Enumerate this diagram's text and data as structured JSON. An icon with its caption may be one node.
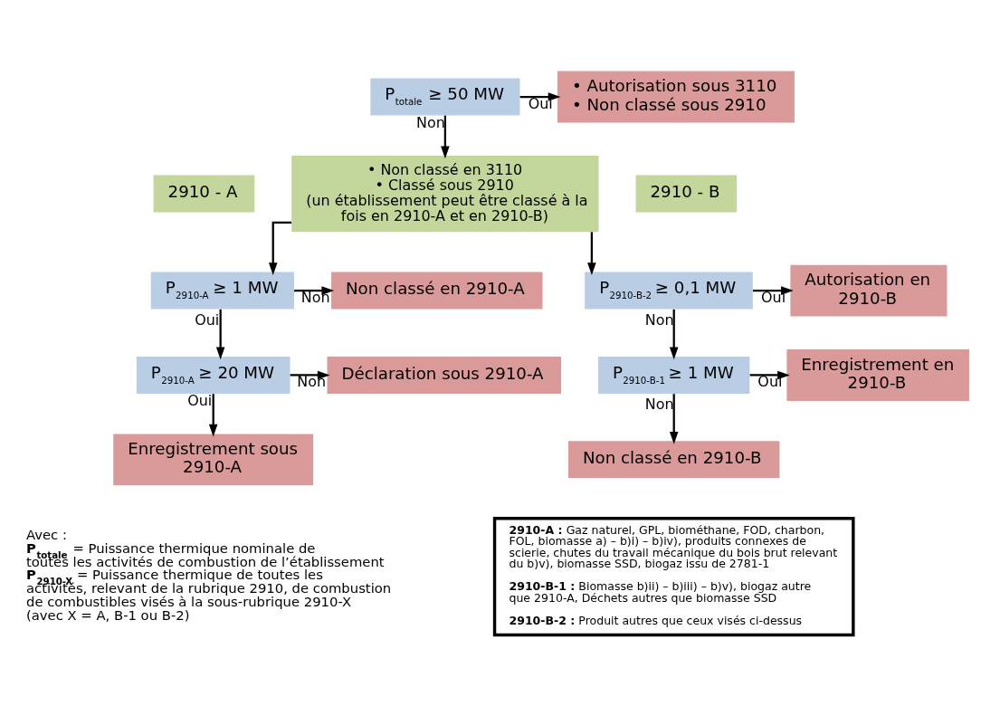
{
  "diagram": {
    "nodes": [
      {
        "text": [
          "P$_{totale}$ ≥ 50 MW"
        ]
      },
      {
        "text": [
          "• Autorisation sous 3110",
          "• Non classé sous 2910"
        ]
      },
      {
        "text": [
          "• Non classé en 3110",
          "• Classé sous 2910",
          "(un établissement peut être classé à la fois en 2910-A et en 2910-B)"
        ]
      },
      {
        "text": [
          "2910 - A"
        ]
      },
      {
        "text": [
          "2910 - B"
        ]
      },
      {
        "text": [
          "P$_{2910-A}$ ≥ 1 MW"
        ]
      },
      {
        "text": [
          "Non classé en 2910-A"
        ]
      },
      {
        "text": [
          "P$_{2910-A}$ ≥ 20 MW"
        ]
      },
      {
        "text": [
          "Déclaration sous 2910-A"
        ]
      },
      {
        "text": [
          "Enregistrement sous 2910-A"
        ]
      },
      {
        "text": [
          "P$_{2910-B-2}$ ≥ 0,1 MW"
        ]
      },
      {
        "text": [
          "Autorisation en 2910-B"
        ]
      },
      {
        "text": [
          "P$_{2910-B-1}$ ≥ 1 MW"
        ]
      },
      {
        "text": [
          "Enregistrement en 2910-B"
        ]
      },
      {
        "text": [
          "Non classé en 2910-B"
        ]
      },
      {
        "text": [
          "**2910-A :** Gaz naturel, GPL, biométhane, FOD, charbon, FOL, biomasse a) – b)i) – b)iv), produits connexes de scierie, chutes du travail mécanique du bois brut relevant du b)v), biomasse SSD, biogaz issu de 2781-1",
          "**2910-B-1 :** Biomasse b)ii) – b)iii) – b)v), biogaz autre que 2910-A, Déchets autres que biomasse SSD",
          "**2910-B-2 :** Produit autres que ceux visés ci-dessus"
        ]
      }
    ],
    "edges": [
      {
        "from": 0,
        "to": 1,
        "arrow": "to",
        "label": "Oui"
      },
      {
        "from": 0,
        "to": 2,
        "arrow": "to",
        "label": "Non"
      },
      {
        "from": 2,
        "to": 5,
        "arrow": "to"
      },
      {
        "from": 2,
        "to": 10,
        "arrow": "to"
      },
      {
        "from": 5,
        "to": 6,
        "arrow": "to",
        "label": "Non"
      },
      {
        "from": 5,
        "to": 7,
        "arrow": "to",
        "label": "Oui"
      },
      {
        "from": 7,
        "to": 8,
        "arrow": "to",
        "label": "Non"
      },
      {
        "from": 7,
        "to": 9,
        "arrow": "to",
        "label": "Oui"
      },
      {
        "from": 10,
        "to": 11,
        "arrow": "to",
        "label": "Oui"
      },
      {
        "from": 10,
        "to": 12,
        "arrow": "to",
        "label": "Non"
      },
      {
        "from": 12,
        "to": 13,
        "arrow": "to",
        "label": "Oui"
      },
      {
        "from": 12,
        "to": 14,
        "arrow": "to",
        "label": "Non"
      }
    ],
    "labels": [
      "Avec :",
      "**P$_{totale}$** = Puissance thermique nominale de toutes les activités de combustion de l’établissement",
      "**P$_{2910-X}$** = Puissance thermique de toutes les activités, relevant de la rubrique 2910, de combustion de combustibles visés à la sous-rubrique 2910-X",
      "(avec X = A, B-1 ou B-2)"
    ]
  }
}
